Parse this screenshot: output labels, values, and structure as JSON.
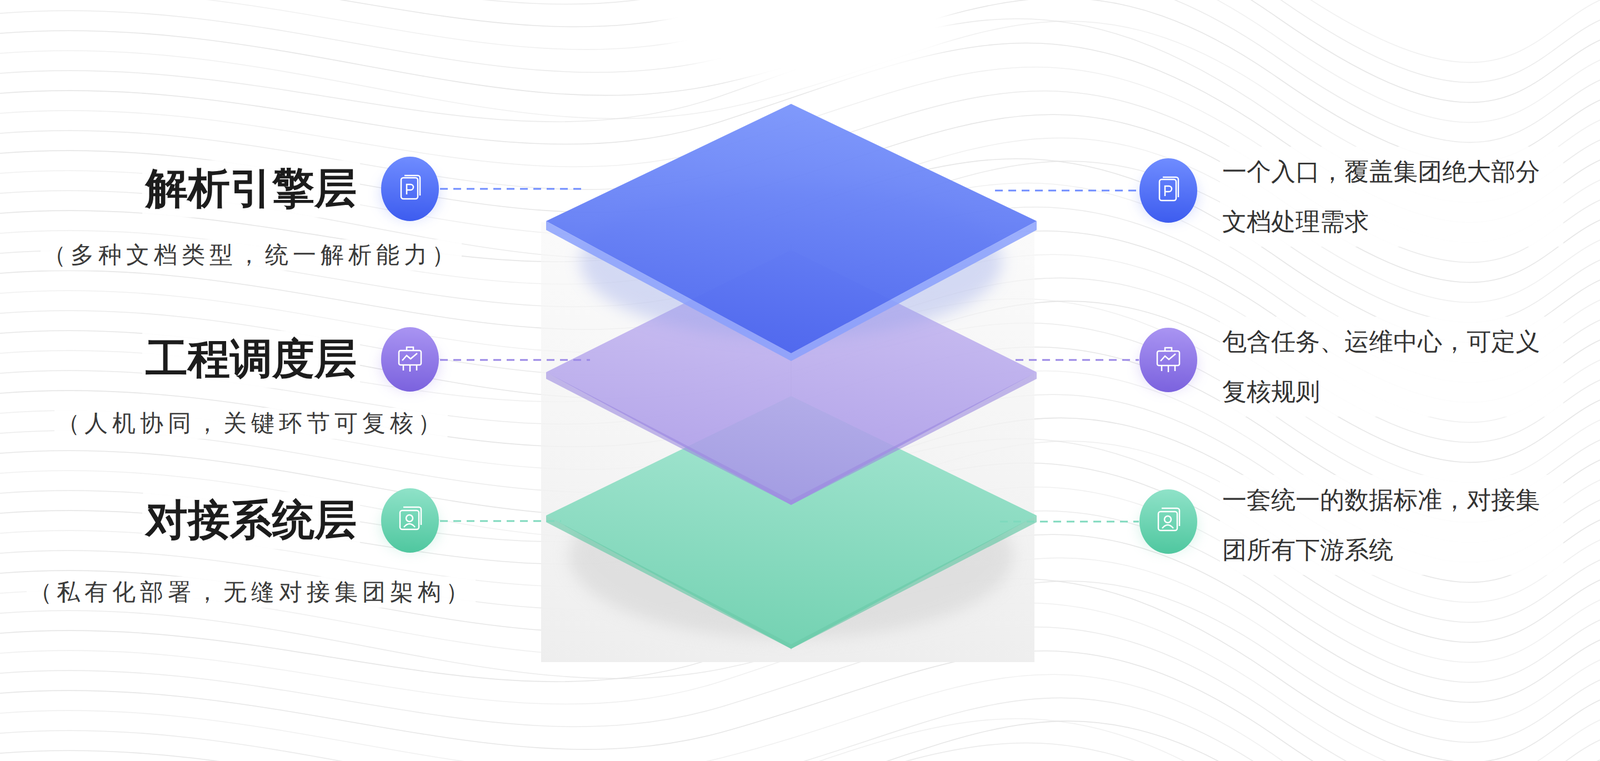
{
  "diagram": {
    "labels": [
      "解析引擎层",
      "（多种文档类型，统一解析能力）",
      "一个入口，覆盖集团绝大部分文档处理需求",
      "工程调度层",
      "（人机协同，关键环节可复核）",
      "包含任务、运维中心，可定义复核规则",
      "对接系统层",
      "（私有化部署，无缝对接集团架构）",
      "一套统一的数据标准，对接集团所有下游系统"
    ]
  }
}
